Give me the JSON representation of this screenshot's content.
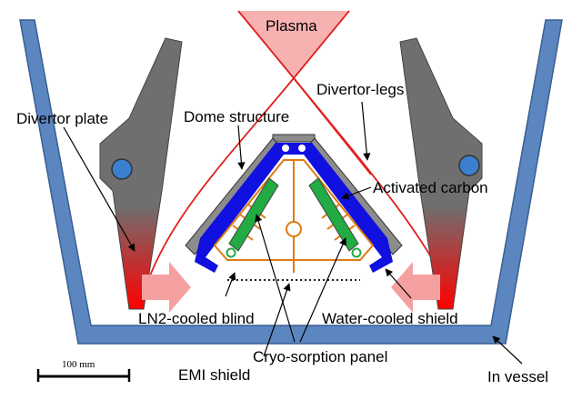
{
  "labels": {
    "plasma": "Plasma",
    "divertor_legs": "Divertor-legs",
    "divertor_plate": "Divertor plate",
    "dome_structure": "Dome structure",
    "activated_carbon": "Activated carbon",
    "ln2_blind": "LN2-cooled blind",
    "water_shield": "Water-cooled shield",
    "cryo_panel": "Cryo-sorption panel",
    "emi_shield": "EMI shield",
    "in_vessel": "In vessel"
  },
  "scale_bar": {
    "label": "100 mm"
  },
  "colors": {
    "vessel": "#5b86c0",
    "vessel_edge": "#3a5f94",
    "plate_gray": "#6f6f6f",
    "plate_hot": "#ff0000",
    "plasma": "#f7a9a9",
    "separatrix": "#e02020",
    "dome_gray": "#8c8c8c",
    "water_shield": "#1010e0",
    "ln2_blind": "#e07a10",
    "cryo_panel": "#22aa44",
    "pipe": "#3a7fd0",
    "arrow": "#f5a0a0"
  }
}
